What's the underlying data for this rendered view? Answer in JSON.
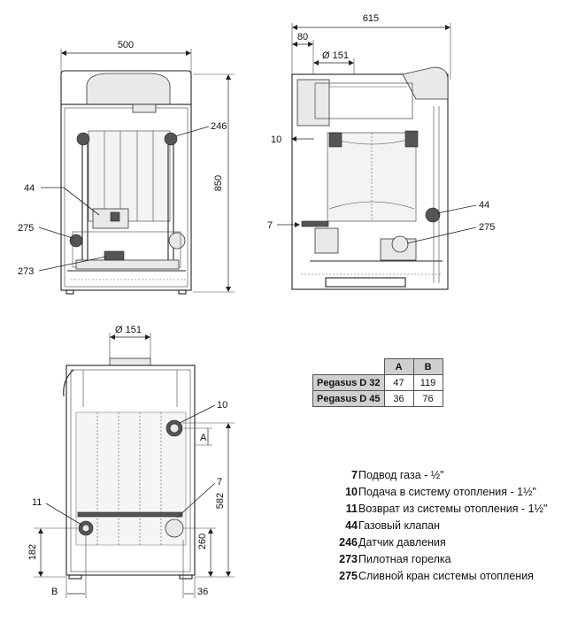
{
  "front_view": {
    "width_dim": "500",
    "height_dim": "850",
    "callouts": {
      "c246": "246",
      "c44": "44",
      "c275": "275",
      "c273": "273"
    }
  },
  "side_view": {
    "depth_dim": "615",
    "offset_dim": "80",
    "flue_diameter": "Ø 151",
    "callouts": {
      "c10": "10",
      "c7": "7",
      "c44": "44",
      "c275": "275"
    }
  },
  "rear_view": {
    "flue_diameter": "Ø 151",
    "height_582": "582",
    "height_260": "260",
    "height_182": "182",
    "offset_36": "36",
    "label_A": "A",
    "label_B": "B",
    "callouts": {
      "c10": "10",
      "c11": "11",
      "c7": "7"
    }
  },
  "table": {
    "headers": [
      "A",
      "B"
    ],
    "rows": [
      {
        "model": "Pegasus D 32",
        "a": "47",
        "b": "119"
      },
      {
        "model": "Pegasus D 45",
        "a": "36",
        "b": "76"
      }
    ]
  },
  "legend": [
    {
      "code": "7",
      "text": "Подвод газа - ½\""
    },
    {
      "code": "10",
      "text": "Подача в систему отопления - 1½\""
    },
    {
      "code": "11",
      "text": "Возврат из системы отопления - 1½\""
    },
    {
      "code": "44",
      "text": "Газовый клапан"
    },
    {
      "code": "246",
      "text": "Датчик давления"
    },
    {
      "code": "273",
      "text": "Пилотная горелка"
    },
    {
      "code": "275",
      "text": "Сливной кран системы отопления"
    }
  ]
}
